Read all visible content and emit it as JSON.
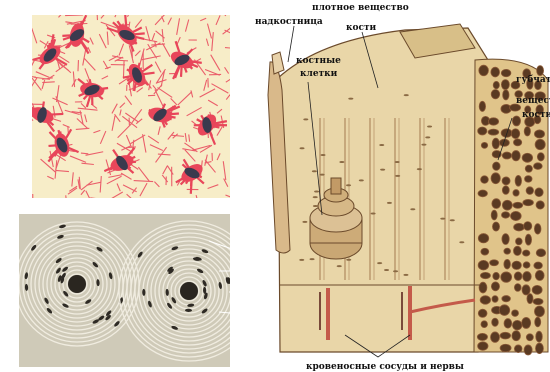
{
  "figures": {
    "cells_panel": {
      "name": "osteocytes-micrograph"
    },
    "osteon_panel": {
      "name": "osteon-cross-section"
    },
    "bone_panel": {
      "labels": {
        "compact": "плотное вещество",
        "compact_line2": "кости",
        "periosteum": "надкостница",
        "cells": "костные",
        "cells_line2": "клетки",
        "spongy": "губчат",
        "spongy_line2": "вещест",
        "spongy_line3": "кости",
        "vessels": "кровеносные сосуды и нервы"
      }
    }
  },
  "colors": {
    "matrix": "#f7edc8",
    "canaliculi": "#e8465a",
    "nucleus": "#3a3a4e",
    "bone": "#e6cf9c",
    "bone_dark": "#8a5a38"
  }
}
